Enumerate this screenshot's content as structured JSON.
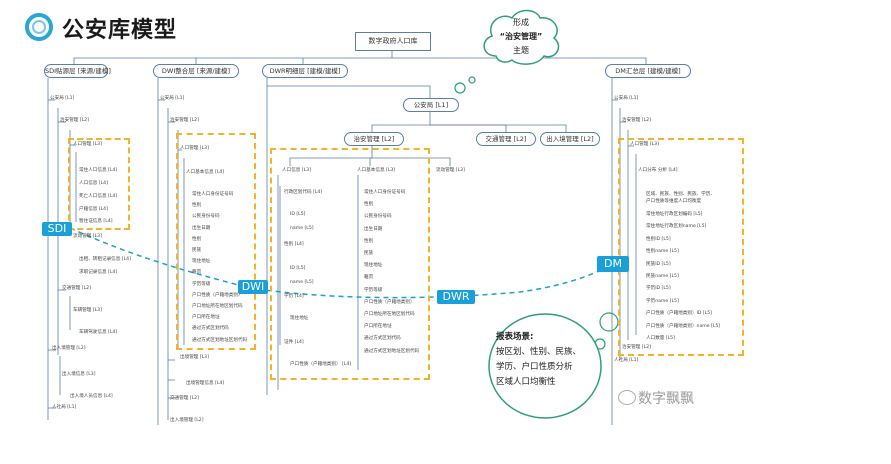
{
  "title": "公安库模型",
  "root": "数字政府人口库",
  "layers": {
    "sdi": "SDI贴源层 [来源/建模]",
    "dwi": "DWI整合层 [来源/建模]",
    "dwr": "DWR明细层 [建模/建模]",
    "dm": "DM汇总层 [建模/建模]"
  },
  "cloud": {
    "line1": "形成",
    "line2": "“治安管理”",
    "line3": "主题"
  },
  "callout": {
    "title": "报表场景:",
    "line1": "按区划、性别、民族、",
    "line2": "学历、户口性质分析",
    "line3": "区域人口均衡性"
  },
  "tags": {
    "sdi": "SDI",
    "dwi": "DWI",
    "dwr": "DWR",
    "dm": "DM"
  },
  "dwr_nodes": {
    "police": "公安局 [L1]",
    "security": "治安管理 [L2]",
    "traffic": "交通管理 [L2]",
    "entry": "出入境管理 [L2]"
  },
  "sdi_tree": {
    "l1": "公安局 [L1]",
    "l2": "治安管理 [L2]",
    "l3": "人口管理 [L3]",
    "items": [
      "常住人口信息 [L4]",
      "人口信息 [L4]",
      "死亡人口信息 [L4]",
      "户籍信息 [L4]",
      "暂住证信息 [L4]"
    ],
    "l3b": "流动管理 [L3]",
    "itemsb": [
      "出租、转租记录信息 [L4]",
      "求职记录信息 [L4]"
    ],
    "traffic": "交通管理 [L2]",
    "traffic_sub": "车辆管理 [L3]",
    "traffic_sub2": "车辆驾驶信息 [L4]",
    "entry": "出入境管理 [L2]",
    "entry_sub": "出入境信息 [L3]",
    "entry_sub2": "出入境人员信息 [L4]",
    "l1b": "人社局 [L1]"
  },
  "dwi_tree": {
    "l1": "公安局 [L1]",
    "l2": "治安管理 [L2]",
    "l3": "人口管理 [L3]",
    "l4": "人口基本信息 [L4]",
    "fields": [
      "常住人口身份证号码",
      "性别",
      "公民身份号码",
      "出生日期",
      "性别",
      "民族",
      "现住地址",
      "籍贯",
      "学历等级",
      "户口性质（户籍地类别）",
      "户口地址所在地区划代码",
      "户口所在地址",
      "通过方式区划代码",
      "通过方式区划地址区划代码"
    ],
    "l3b": "出境管理 [L3]",
    "l3c": "出境管理信息 [L4]",
    "traffic": "交通管理 [L2]",
    "entry": "出入境管理 [L2]"
  },
  "dwr_left": {
    "head": "人口信息 [L3]",
    "region": "行政区划代码 [L4]",
    "sub": [
      "ID [L5]",
      "name [L5]"
    ],
    "gender": "性别 [L4]",
    "gsub": [
      "ID [L5]",
      "name [L5]"
    ],
    "edu": "学历 [L4]",
    "esub": [
      "现住地址"
    ],
    "cert": "证件 [L4]",
    "csub": [
      "户口性质（户籍地类别） [L4]"
    ]
  },
  "dwr_mid": {
    "head": "人口基本信息 [L3]",
    "fields": [
      "常住人口身份证号码",
      "性别",
      "公民身份号码",
      "出生日期",
      "性别",
      "民族",
      "现住地址",
      "籍贯",
      "学历等级",
      "户口性质（户籍地类别）",
      "户口地址所在地区划代码",
      "户口所在地址",
      "通过方式区划代码",
      "通过方式区划地址区划代码"
    ]
  },
  "dwr_right": "流动管理 [L3]",
  "dm_tree": {
    "l1": "公安局 [L1]",
    "l2": "治安管理 [L2]",
    "l3": "人口管理 [L3]",
    "l4": "人口分布 分析 [L4]",
    "desc1": "区域、民族、性别、民族、学历、",
    "desc2": "户口性质等维度人口均衡度",
    "fields": [
      "常住地址行政区划编码 [L5]",
      "常住地址行政区划name [L5]",
      "性别ID [L5]",
      "性别name [L5]",
      "民族ID [L5]",
      "民族name [L5]",
      "学历ID [L5]",
      "学历name [L5]",
      "户口性质（户籍地类别）ID [L5]",
      "户口性质（户籍地类别）name [L5]",
      "人口数量 [L5]"
    ],
    "l2b": "治安管理 [L2]",
    "l1b": "人社局 [L1]"
  },
  "watermark": "数字飘飘",
  "colors": {
    "accent": "#1aa0d8",
    "dashed": "#f0b429",
    "tree": "#5b7fa6",
    "bubble": "#2e9e7e"
  }
}
